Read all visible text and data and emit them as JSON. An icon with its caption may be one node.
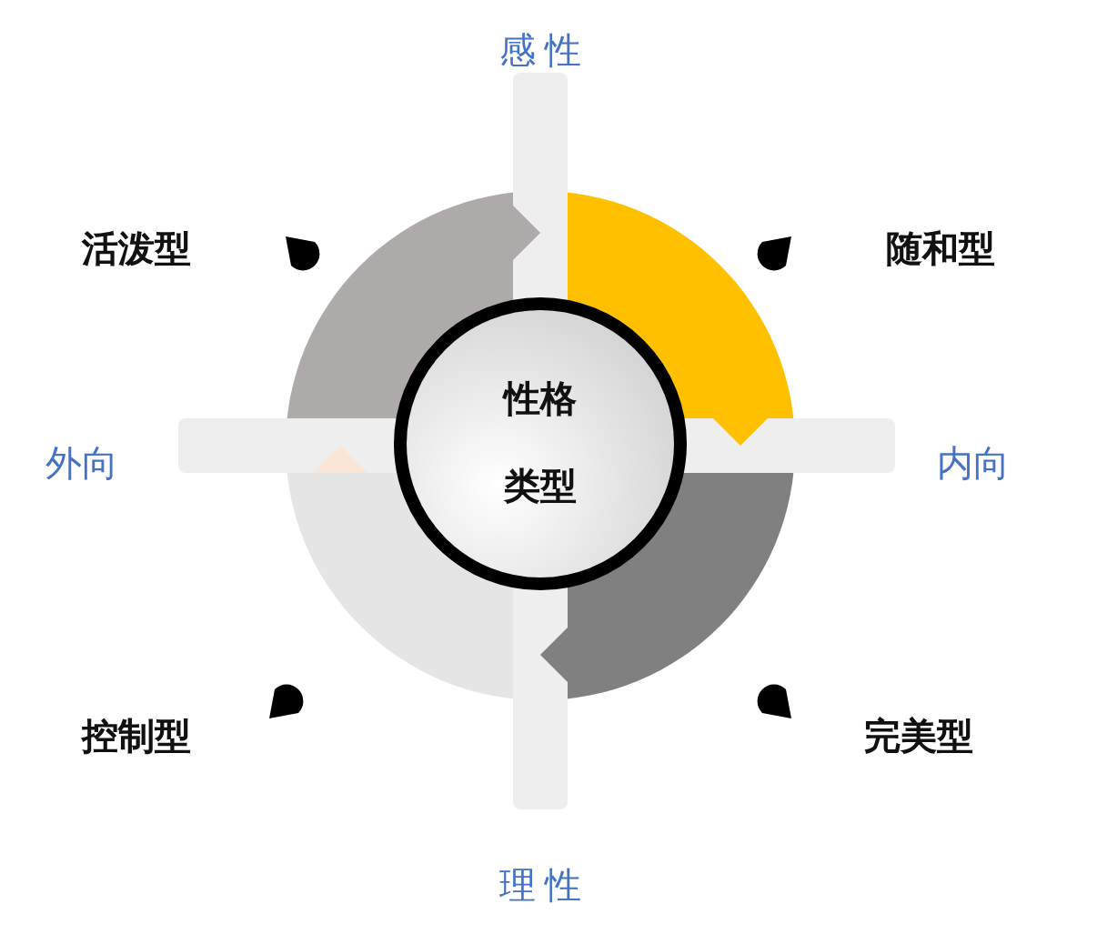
{
  "diagram": {
    "nodes": [
      {
        "text": [
          "性格类型"
        ]
      }
    ],
    "edges": [],
    "labels": [
      "感 性",
      "活泼型",
      "随和型",
      "外向",
      "内向",
      "控制型",
      "完美型",
      "理 性"
    ]
  }
}
